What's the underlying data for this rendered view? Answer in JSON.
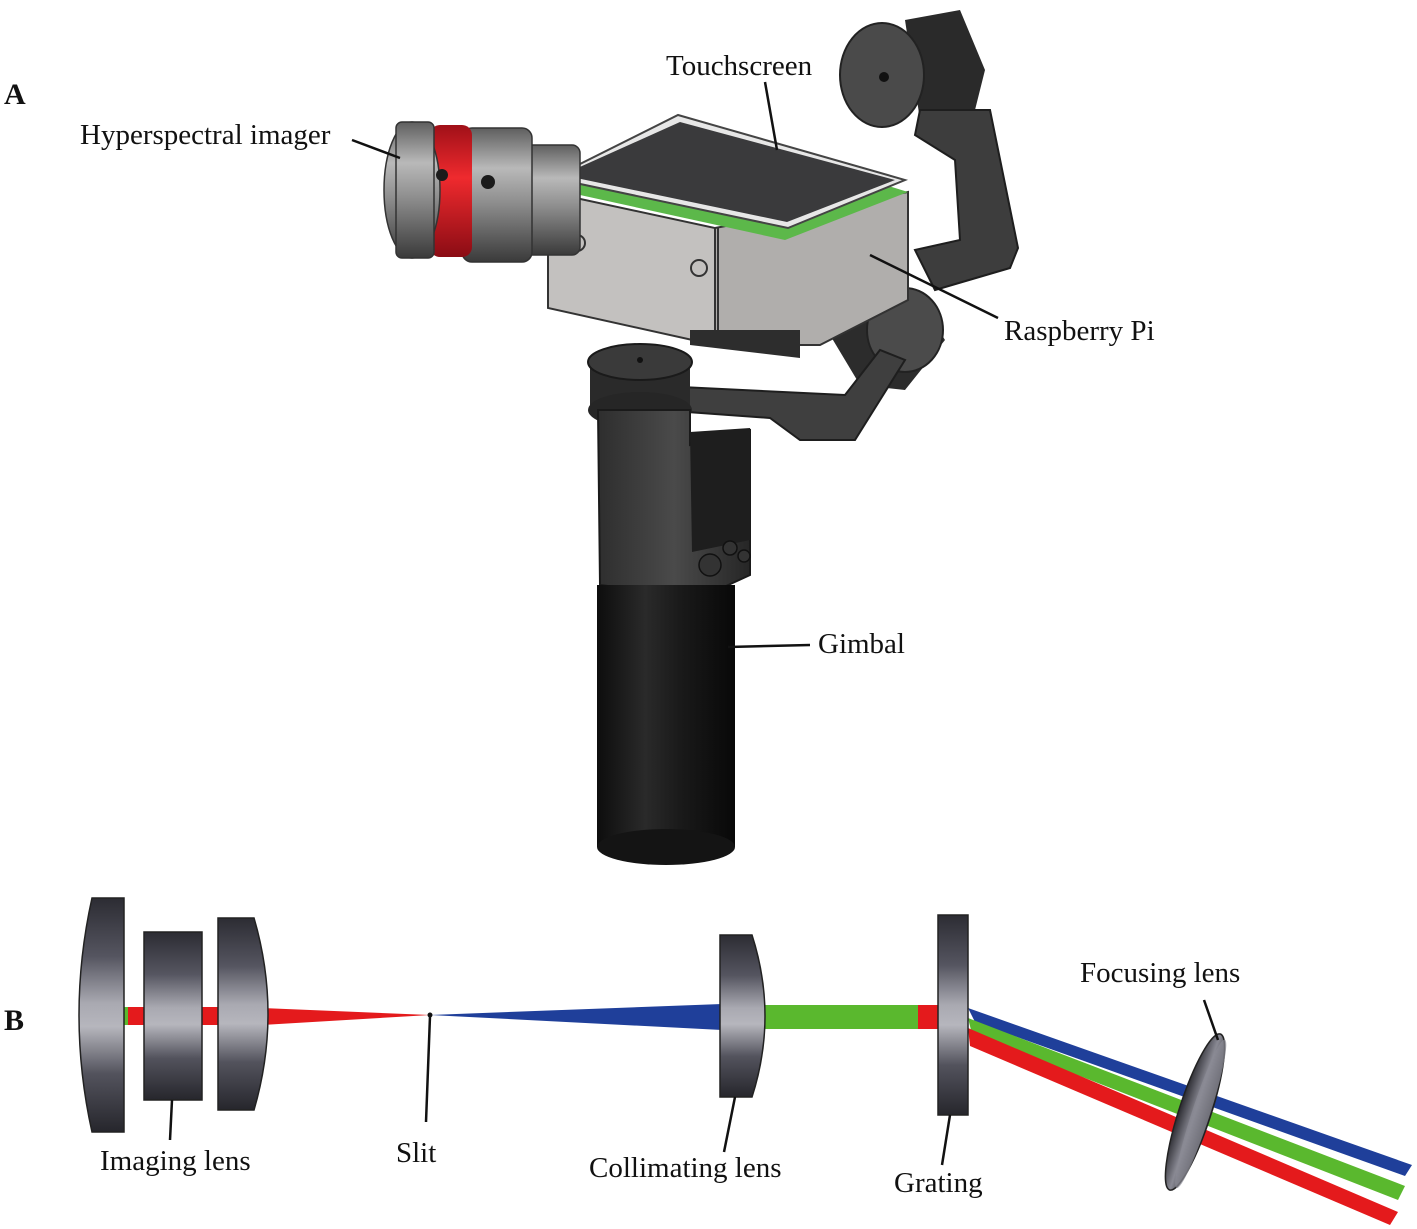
{
  "panels": {
    "a": "A",
    "b": "B"
  },
  "labels_a": {
    "touchscreen": "Touchscreen",
    "hyperspectral_imager": "Hyperspectral imager",
    "raspberry_pi": "Raspberry Pi",
    "gimbal": "Gimbal"
  },
  "labels_b": {
    "imaging_lens": "Imaging lens",
    "slit": "Slit",
    "collimating_lens": "Collimating lens",
    "grating": "Grating",
    "focusing_lens": "Focusing lens"
  },
  "colors": {
    "beam_red": "#e41a1c",
    "beam_green": "#5ab82e",
    "beam_blue": "#1f3f9a",
    "imager_band_red": "#d81e2a",
    "body_silver": "#b9b7b5",
    "gimbal_dark": "#3a3a3a",
    "handle_black": "#141414"
  }
}
